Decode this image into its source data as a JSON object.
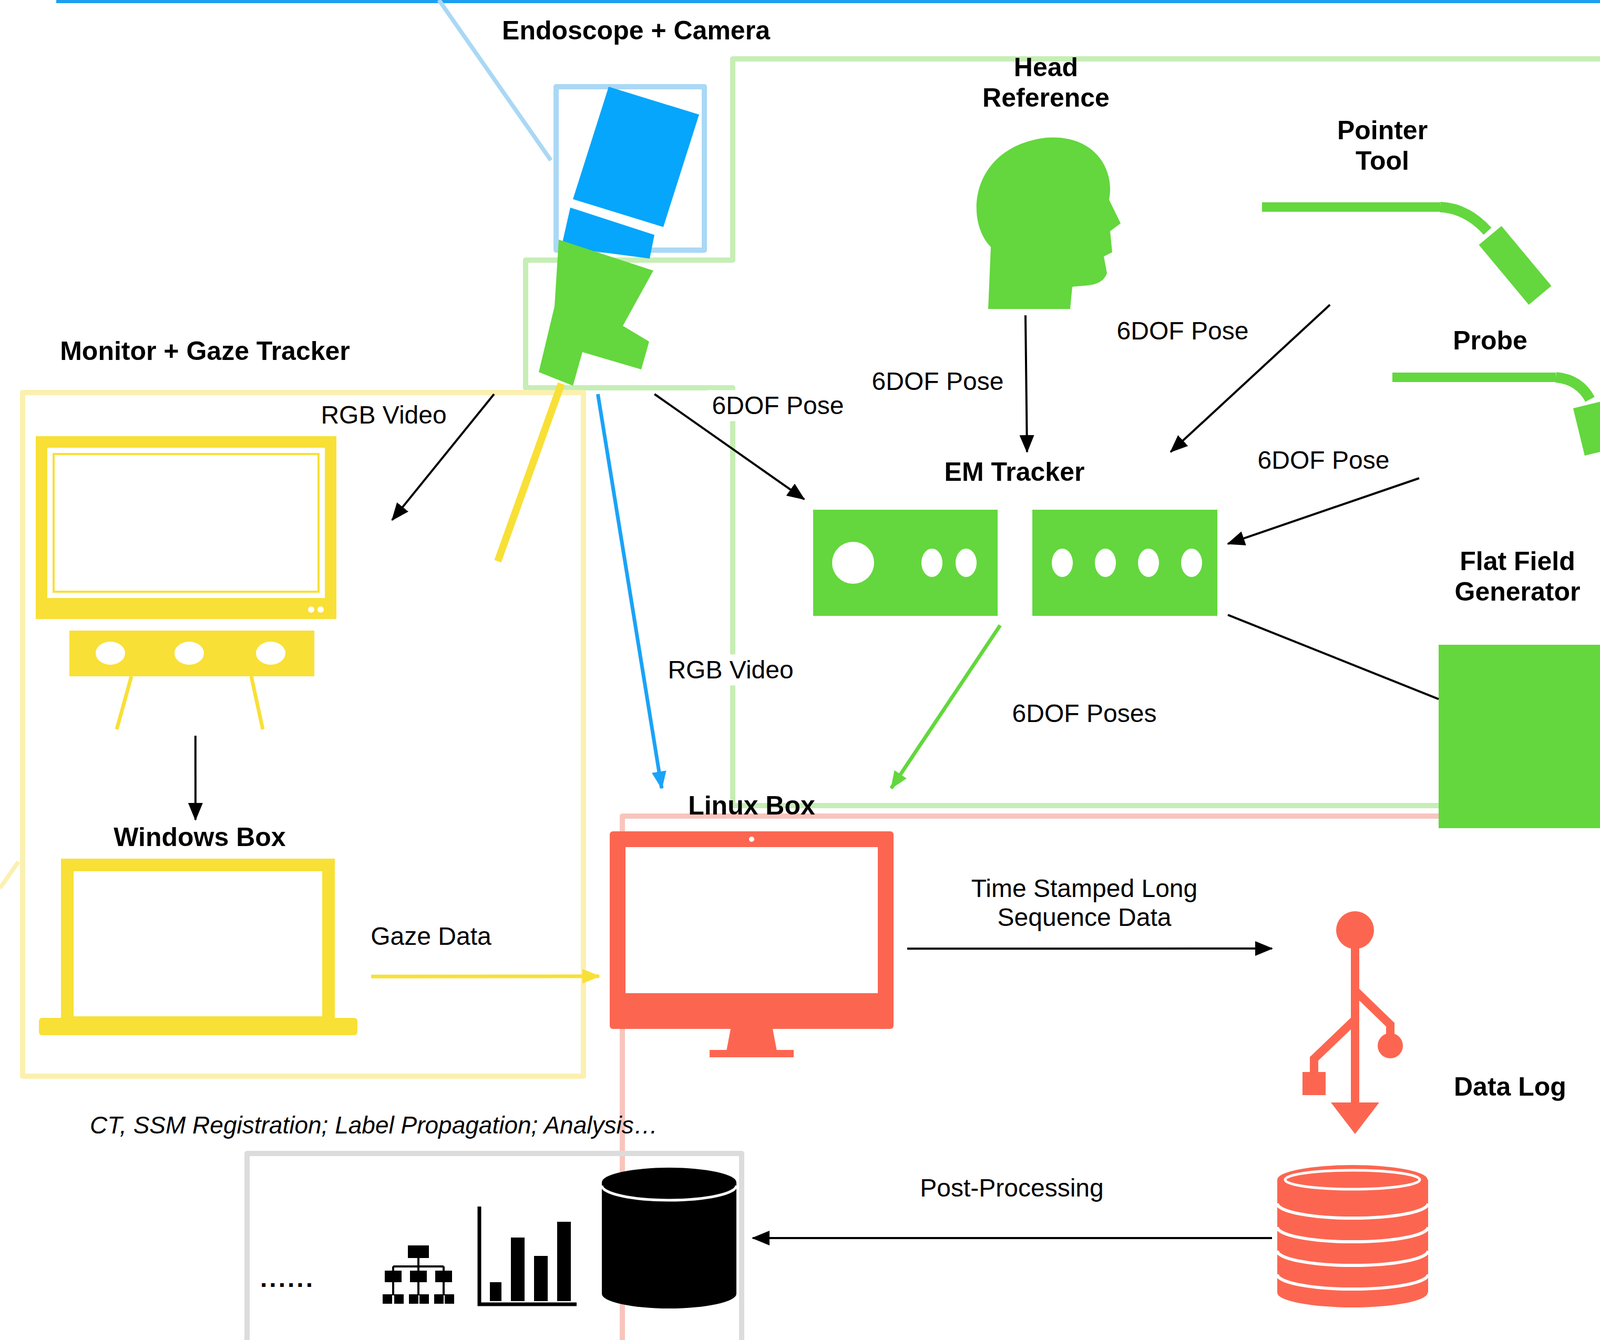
{
  "diagram": {
    "nodes": [
      {
        "text": [
          "Endoscope + Camera"
        ]
      },
      {
        "text": [
          "Head Reference"
        ]
      },
      {
        "text": [
          "Pointer Tool"
        ]
      },
      {
        "text": [
          "Monitor + Gaze Tracker"
        ]
      },
      {
        "text": [
          "Probe"
        ]
      },
      {
        "text": [
          "EM Tracker"
        ]
      },
      {
        "text": [
          "Flat Field Generator"
        ]
      },
      {
        "text": [
          "Linux Box"
        ]
      },
      {
        "text": [
          "Windows Box"
        ]
      },
      {
        "text": [
          "Data Log"
        ]
      },
      {
        "text": [
          "CT, SSM Registration; Label Propagation; Analysis…"
        ]
      }
    ],
    "edges": [
      {
        "from": 0,
        "to": 3,
        "label": "RGB Video",
        "arrow": "to"
      },
      {
        "from": 0,
        "to": 7,
        "label": "RGB Video",
        "arrow": "to"
      },
      {
        "from": 0,
        "to": 5,
        "label": "6DOF Pose",
        "arrow": "to"
      },
      {
        "from": 1,
        "to": 5,
        "label": "6DOF Pose",
        "arrow": "to"
      },
      {
        "from": 2,
        "to": 5,
        "label": "6DOF Pose",
        "arrow": "to"
      },
      {
        "from": 4,
        "to": 5,
        "label": "6DOF Pose",
        "arrow": "to"
      },
      {
        "from": 5,
        "to": 6,
        "arrow": "none"
      },
      {
        "from": 5,
        "to": 7,
        "label": "6DOF Poses",
        "arrow": "to"
      },
      {
        "from": 3,
        "to": 8,
        "arrow": "to"
      },
      {
        "from": 8,
        "to": 7,
        "label": "Gaze Data",
        "arrow": "to"
      },
      {
        "from": 7,
        "to": 9,
        "label": "Time Stamped Long Sequence Data",
        "arrow": "to"
      },
      {
        "from": 9,
        "to": 10,
        "label": "Post-Processing",
        "arrow": "to"
      }
    ],
    "labels": [
      "......"
    ]
  }
}
